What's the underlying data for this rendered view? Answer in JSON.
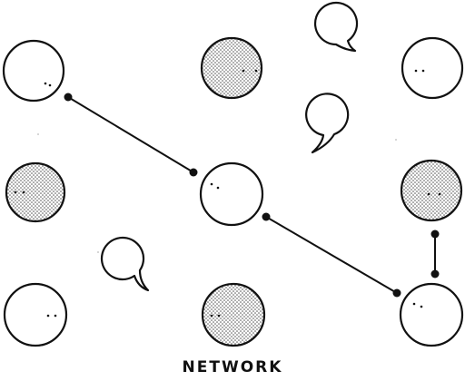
{
  "caption": "NETWORK",
  "colors": {
    "ink": "#111111",
    "paper": "#ffffff",
    "dot_fill": "#d6d6d6"
  },
  "nodes": [
    {
      "name": "node-top-left",
      "style": "plain"
    },
    {
      "name": "node-top-middle",
      "style": "dotted"
    },
    {
      "name": "node-top-right",
      "style": "plain"
    },
    {
      "name": "node-middle-left",
      "style": "dotted"
    },
    {
      "name": "node-center",
      "style": "plain"
    },
    {
      "name": "node-middle-right",
      "style": "dotted"
    },
    {
      "name": "node-bottom-left",
      "style": "plain"
    },
    {
      "name": "node-bottom-middle",
      "style": "dotted"
    },
    {
      "name": "node-bottom-right",
      "style": "plain"
    }
  ],
  "links": [
    {
      "from": "node-top-left",
      "to": "node-center"
    },
    {
      "from": "node-center",
      "to": "node-bottom-right"
    },
    {
      "from": "node-middle-right",
      "to": "node-bottom-right"
    }
  ],
  "speech_bubbles": 3
}
